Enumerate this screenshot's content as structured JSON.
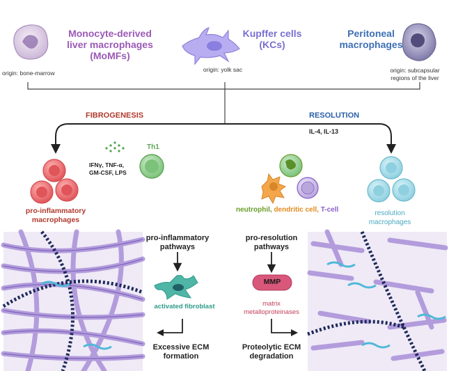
{
  "colors": {
    "momf": "#9b59b6",
    "kc": "#7a6fd0",
    "peritoneal": "#3d6fb4",
    "fibrogenesis": "#b03a2e",
    "resolution": "#2a5fa8",
    "th1": "#5fa55a",
    "neutrophil": "#6a9c2c",
    "dendritic": "#e08a1e",
    "tcell": "#8a5fc8",
    "proinflammatory": "#b03a2e",
    "resolution_macrophages": "#4aa9c0",
    "fibroblast": "#2e9a8a",
    "mmp": "#c2405a"
  },
  "top": {
    "momf": {
      "name_line1": "Monocyte-derived",
      "name_line2": "liver macrophages",
      "name_line3": "(MoMFs)",
      "origin": "origin: bone-marrow"
    },
    "kc": {
      "name_line1": "Kupffer cells",
      "name_line2": "(KCs)",
      "origin": "origin: yolk sac"
    },
    "peritoneal": {
      "name_line1": "Peritoneal",
      "name_line2": "macrophages",
      "origin_line1": "origin: subcapsular",
      "origin_line2": "regions of the liver"
    }
  },
  "branches": {
    "left_title": "FIBROGENESIS",
    "right_title": "RESOLUTION",
    "right_cytokines": "IL-4,  IL-13"
  },
  "left_side": {
    "cytokines_line1": "IFNγ, TNF-α,",
    "cytokines_line2": "GM-CSF, LPS",
    "th1": "Th1",
    "macrophages_line1": "pro-inflammatory",
    "macrophages_line2": "macrophages",
    "pathway_line1": "pro-inflammatory",
    "pathway_line2": "pathways",
    "fibroblast": "activated fibroblast",
    "outcome_line1": "Excessive ECM",
    "outcome_line2": "formation"
  },
  "right_side": {
    "cells_neutrophil": "neutrophil,",
    "cells_dendritic": "dendritic cell,",
    "cells_tcell": "T-cell",
    "macrophages_line1": "resolution",
    "macrophages_line2": "macrophages",
    "pathway_line1": "pro-resolution",
    "pathway_line2": "pathways",
    "mmp": "MMP",
    "mmp_desc_line1": "matrix",
    "mmp_desc_line2": "metalloproteinases",
    "outcome_line1": "Proteolytic ECM",
    "outcome_line2": "degradation"
  }
}
